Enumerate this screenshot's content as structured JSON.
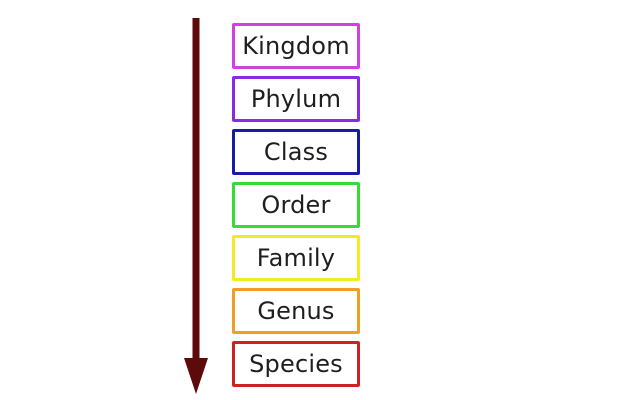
{
  "arrow": {
    "color": "#5c0a0a"
  },
  "ranks": [
    {
      "label": "Kingdom",
      "color": "#cc44dd"
    },
    {
      "label": "Phylum",
      "color": "#8a2be2"
    },
    {
      "label": "Class",
      "color": "#1a1aaa"
    },
    {
      "label": "Order",
      "color": "#33dd33"
    },
    {
      "label": "Family",
      "color": "#f2ea22"
    },
    {
      "label": "Genus",
      "color": "#f0a020"
    },
    {
      "label": "Species",
      "color": "#cc2222"
    }
  ]
}
